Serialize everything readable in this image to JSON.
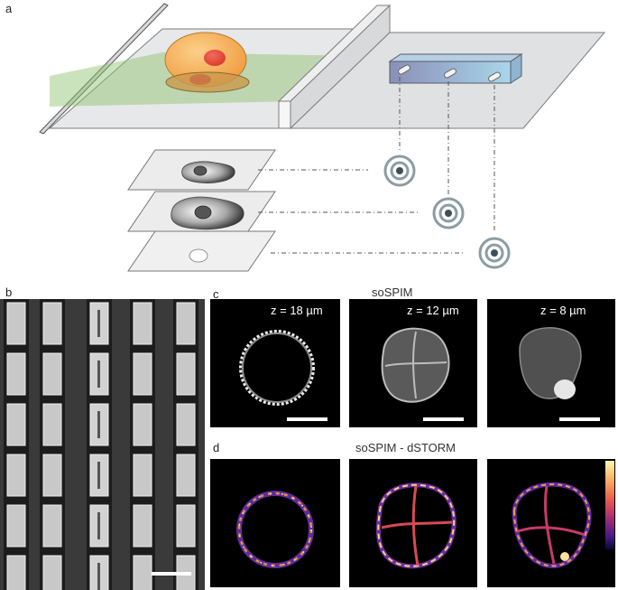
{
  "figure": {
    "panel_labels": {
      "a": "a",
      "b": "b",
      "c": "c",
      "d": "d"
    },
    "panel_c": {
      "title": "soSPIM",
      "images": [
        {
          "z_label": "z = 18 µm"
        },
        {
          "z_label": "z = 12 µm"
        },
        {
          "z_label": "z = 8 µm"
        }
      ]
    },
    "panel_d": {
      "title": "soSPIM - dSTORM",
      "colorbar": "inferno"
    }
  },
  "colors": {
    "cell": "#f5a851",
    "nucleus": "#e8473a",
    "light_sheet": "#8bc06a",
    "waveguide": "#9fc0dc",
    "target_ring": "#8b9da3"
  }
}
